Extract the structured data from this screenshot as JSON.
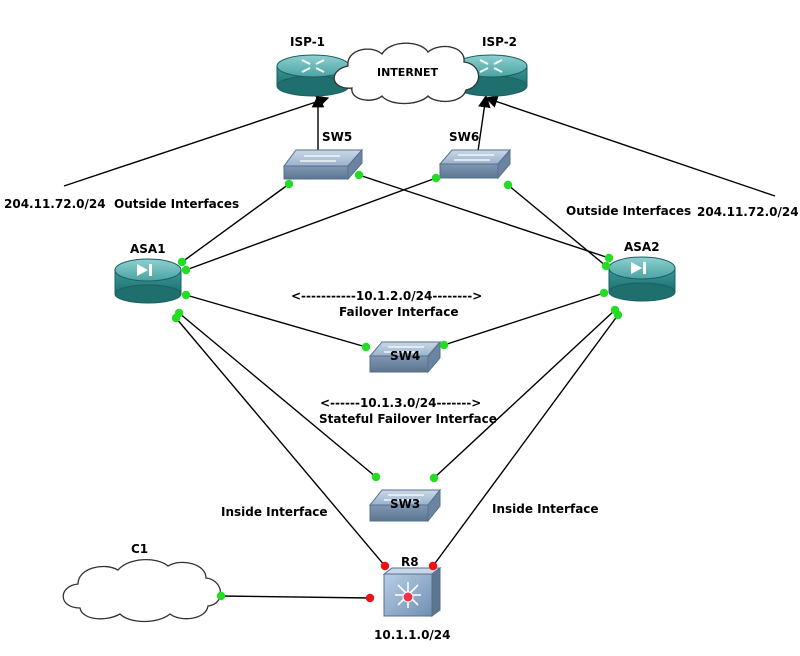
{
  "devices": {
    "isp1": "ISP-1",
    "isp2": "ISP-2",
    "internet": "INTERNET",
    "sw5": "SW5",
    "sw6": "SW6",
    "asa1": "ASA1",
    "asa2": "ASA2",
    "sw4": "SW4",
    "sw3": "SW3",
    "r8": "R8",
    "c1": "C1"
  },
  "labels": {
    "outside_left_net": "204.11.72.0/24",
    "outside_left_if": "Outside Interfaces",
    "outside_right_if": "Outside Interfaces",
    "outside_right_net": "204.11.72.0/24",
    "failover_net": "<-----------10.1.2.0/24-------->",
    "failover_if": "Failover Interface",
    "stateful_net": "<------10.1.3.0/24------->",
    "stateful_if": "Stateful Failover Interface",
    "inside_left": "Inside Interface",
    "inside_right": "Inside Interface",
    "lan_net": "10.1.1.0/24"
  },
  "colors": {
    "link_up": "#22dd22",
    "link_down": "#ee1111",
    "router_body": "#2e8b8b",
    "switch_body": "#8fa6bf",
    "cloud_fill": "#ffffff"
  }
}
